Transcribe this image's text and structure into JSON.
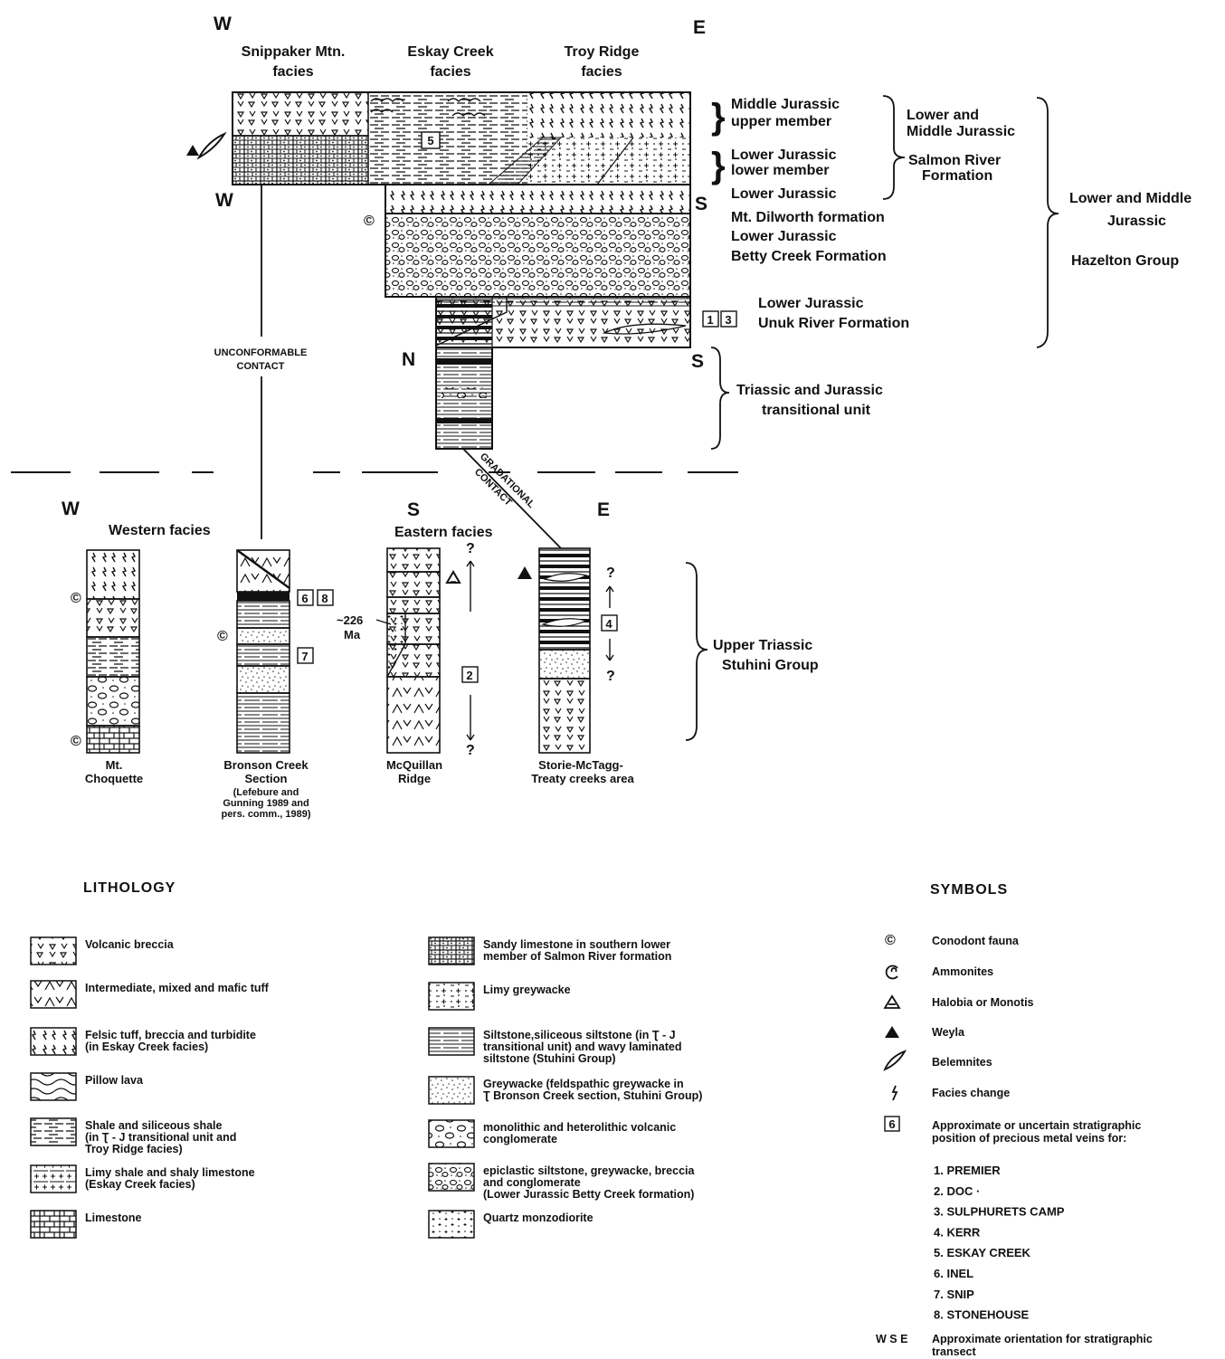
{
  "top_section": {
    "directions": {
      "w_top": "W",
      "e_top": "E",
      "w_mid": "W",
      "s_mid": "S",
      "n_low": "N",
      "s_low": "S"
    },
    "facies_headers": [
      {
        "line1": "Snippaker Mtn.",
        "line2": "facies"
      },
      {
        "line1": "Eskay Creek",
        "line2": "facies"
      },
      {
        "line1": "Troy Ridge",
        "line2": "facies"
      }
    ],
    "unit_labels": {
      "mj_upper": [
        "Middle Jurassic",
        "upper member"
      ],
      "lj_lower": [
        "Lower Jurassic",
        "lower member"
      ],
      "lj": "Lower Jurassic",
      "dilworth": "Mt. Dilworth formation",
      "betty": [
        "Lower Jurassic",
        "Betty Creek Formation"
      ],
      "unuk": [
        "Lower Jurassic",
        "Unuk River Formation"
      ],
      "transitional": [
        "Triassic and Jurassic",
        "transitional unit"
      ]
    },
    "group_labels": {
      "lmj": [
        "Lower and",
        "Middle Jurassic"
      ],
      "salmon": [
        "Salmon River",
        "Formation"
      ],
      "hazelton": [
        "Lower and Middle",
        "Jurassic",
        "Hazelton Group"
      ]
    },
    "contacts": {
      "unconformable": [
        "UNCONFORMABLE",
        "CONTACT"
      ],
      "gradational": [
        "GRADATIONAL",
        "CONTACT"
      ]
    },
    "vein_boxes": {
      "eskay": "5",
      "unuk_a": "1",
      "unuk_b": "3"
    }
  },
  "bottom_section": {
    "directions": {
      "w": "W",
      "s": "S",
      "e": "E"
    },
    "facies_titles": {
      "western": "Western facies",
      "eastern": "Eastern facies"
    },
    "group": [
      "Upper Triassic",
      "Stuhini Group"
    ],
    "age_label": [
      "~226",
      "Ma"
    ],
    "question_mark": "?",
    "vein_boxes": {
      "bronson_a": "6",
      "bronson_b": "8",
      "bronson_c": "7",
      "mcquillan": "2",
      "storie": "4"
    },
    "columns": [
      {
        "id": "choquette",
        "lines": [
          "Mt.",
          "Choquette"
        ]
      },
      {
        "id": "bronson",
        "lines": [
          "Bronson Creek",
          "Section",
          "(Lefebure and",
          "Gunning 1989 and",
          "pers. comm., 1989)"
        ]
      },
      {
        "id": "mcquillan",
        "lines": [
          "McQuillan",
          "Ridge"
        ]
      },
      {
        "id": "storie",
        "lines": [
          "Storie-McTagg-",
          "Treaty creeks area"
        ]
      }
    ]
  },
  "legend": {
    "lithology_title": "LITHOLOGY",
    "symbols_title": "SYMBOLS",
    "lithology_left": [
      {
        "pattern": "volcanic-breccia",
        "lines": [
          "Volcanic breccia"
        ]
      },
      {
        "pattern": "mixed-tuff",
        "lines": [
          "Intermediate, mixed and mafic tuff"
        ]
      },
      {
        "pattern": "felsic-tuff",
        "lines": [
          "Felsic tuff, breccia and turbidite",
          "(in Eskay Creek facies)"
        ]
      },
      {
        "pattern": "pillow-lava",
        "lines": [
          "Pillow lava"
        ]
      },
      {
        "pattern": "shale",
        "lines": [
          "Shale and siliceous shale",
          "(in Ʈ - J transitional unit and",
          "Troy Ridge facies)"
        ]
      },
      {
        "pattern": "limy-shale",
        "lines": [
          "Limy shale and shaly limestone",
          "(Eskay Creek facies)"
        ]
      },
      {
        "pattern": "limestone",
        "lines": [
          "Limestone"
        ]
      }
    ],
    "lithology_right": [
      {
        "pattern": "sandy-limestone",
        "lines": [
          "Sandy limestone in southern lower",
          "member of Salmon River formation"
        ]
      },
      {
        "pattern": "limy-greywacke",
        "lines": [
          "Limy greywacke"
        ]
      },
      {
        "pattern": "siltstone",
        "lines": [
          "Siltstone,siliceous siltstone (in Ʈ - J",
          "transitional unit) and wavy laminated",
          "siltstone (Stuhini Group)"
        ]
      },
      {
        "pattern": "greywacke",
        "lines": [
          "Greywacke (feldspathic greywacke in",
          "Ʈ Bronson Creek section, Stuhini Group)"
        ]
      },
      {
        "pattern": "volcanic-conglomerate",
        "lines": [
          "monolithic and heterolithic volcanic",
          "conglomerate"
        ]
      },
      {
        "pattern": "epiclastic",
        "lines": [
          "epiclastic siltstone, greywacke, breccia",
          "and conglomerate",
          "(Lower Jurassic Betty Creek formation)"
        ]
      },
      {
        "pattern": "quartz-monzodiorite",
        "lines": [
          "Quartz monzodiorite"
        ]
      }
    ],
    "symbols": [
      {
        "icon": "conodont",
        "glyph": "©",
        "lines": [
          "Conodont fauna"
        ]
      },
      {
        "icon": "ammonite",
        "glyph": "",
        "lines": [
          "Ammonites"
        ]
      },
      {
        "icon": "halobia",
        "glyph": "",
        "lines": [
          "Halobia or Monotis"
        ]
      },
      {
        "icon": "weyla",
        "glyph": "",
        "lines": [
          "Weyla"
        ]
      },
      {
        "icon": "belemnite",
        "glyph": "",
        "lines": [
          "Belemnites"
        ]
      },
      {
        "icon": "facies-change",
        "glyph": "",
        "lines": [
          "Facies change"
        ]
      },
      {
        "icon": "vein-box",
        "glyph": "6",
        "lines": [
          "Approximate or uncertain stratigraphic",
          "position of precious metal veins for:"
        ]
      }
    ],
    "veins": [
      "1.  PREMIER",
      "2.  DOC ·",
      "3.  SULPHURETS CAMP",
      "4.  KERR",
      "5.  ESKAY CREEK",
      "6.  INEL",
      "7.  SNIP",
      "8.  STONEHOUSE"
    ],
    "orientation": {
      "key": "W S E",
      "lines": [
        "Approximate orientation for stratigraphic",
        "transect"
      ]
    }
  }
}
